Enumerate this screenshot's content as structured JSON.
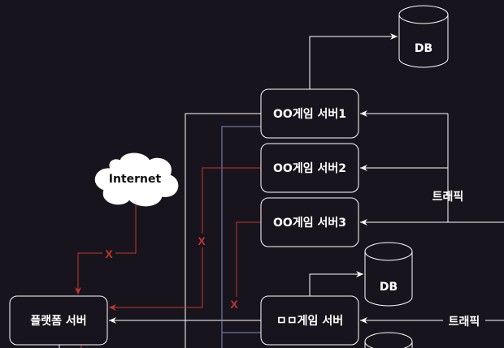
{
  "nodes": {
    "db_top": "DB",
    "game_server_1": "OO게임 서버1",
    "game_server_2": "OO게임 서버2",
    "game_server_3": "OO게임 서버3",
    "db_mid": "DB",
    "game_server_square": "ㅁㅁ게임 서버",
    "platform_server": "플랫폼 서버",
    "internet": "Internet"
  },
  "labels": {
    "traffic_top": "트래픽",
    "traffic_bottom": "트래픽",
    "blocked_internet": "X",
    "blocked_server2": "X",
    "blocked_server3": "X"
  },
  "colors": {
    "background": "#18141d",
    "node_stroke": "#ffffff",
    "edge": "#ffffff",
    "blocked_edge": "#c0392b",
    "blue_edge": "#7f8fc2"
  }
}
